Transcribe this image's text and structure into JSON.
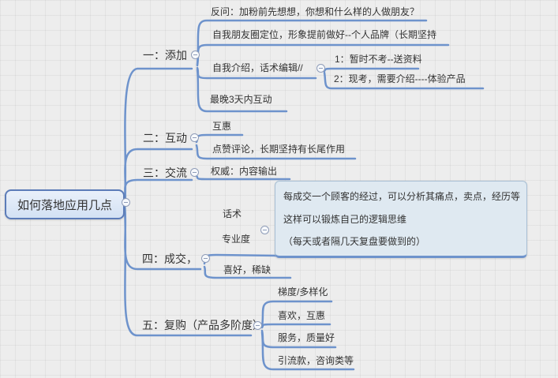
{
  "colors": {
    "line_blue": "#6e93cc",
    "root_border": "#5c7cb8",
    "root_fill": "#dce7f5",
    "note_fill": "#dfe9f1",
    "note_border": "#a8bfd4",
    "text": "#333333",
    "background": "#ededed"
  },
  "root": {
    "label": "如何落地应用几点"
  },
  "branches": [
    {
      "label": "一：添加",
      "children": [
        {
          "label": "反问：加粉前先想想，你想和什么样的人做朋友？"
        },
        {
          "label": "自我朋友圈定位，形象提前做好--个人品牌（长期坚持"
        },
        {
          "label": "自我介绍，话术编辑//",
          "children": [
            {
              "label": "1：暂时不考--送资料"
            },
            {
              "label": "2：现考，需要介绍----体验产品"
            }
          ]
        },
        {
          "label": "最晚3天内互动"
        }
      ]
    },
    {
      "label": "二：互动",
      "children": [
        {
          "label": "互惠"
        },
        {
          "label": "点赞评论，长期坚持有长尾作用"
        }
      ]
    },
    {
      "label": "三：交流",
      "children": [
        {
          "label": "权威：内容输出"
        }
      ]
    },
    {
      "label": "四：成交，",
      "children": [
        {
          "label": "话术"
        },
        {
          "label": "专业度"
        },
        {
          "label": "喜好，稀缺"
        }
      ],
      "note": {
        "lines": [
          "每成交一个顾客的经过，可以分析其痛点，卖点，经历等",
          "这样可以锻炼自己的逻辑思维",
          "（每天或者隔几天复盘要做到的）"
        ]
      }
    },
    {
      "label": "五：复购（产品多阶度）",
      "children": [
        {
          "label": "梯度/多样化"
        },
        {
          "label": "喜欢，互惠"
        },
        {
          "label": "服务，质量好"
        },
        {
          "label": "引流款，咨询类等"
        }
      ]
    }
  ]
}
